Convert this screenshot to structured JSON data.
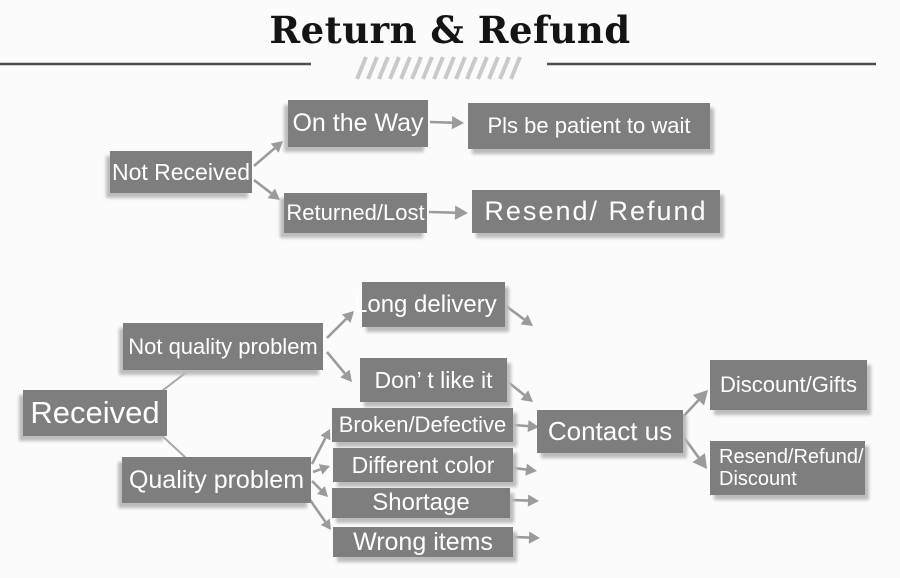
{
  "title": "Return & Refund",
  "colors": {
    "box_fill": "#7e7e7e",
    "box_text": "#ffffff",
    "arrow": "#9b9b9b",
    "title_text": "#141414",
    "rule_line": "#4e4e4e",
    "hatch_marks": "#c9c9c9",
    "background": "#fbfbfb"
  },
  "nodes": {
    "not_received": {
      "label": "Not Received"
    },
    "on_the_way": {
      "label": "On the Way"
    },
    "pls_wait": {
      "label": "Pls be patient to wait"
    },
    "returned_lost": {
      "label": "Returned/Lost"
    },
    "resend_refund": {
      "label": "Resend/ Refund"
    },
    "received": {
      "label": "Received"
    },
    "not_quality": {
      "label": "Not quality problem"
    },
    "quality": {
      "label": "Quality problem"
    },
    "long_delivery": {
      "label": "Long delivery"
    },
    "dont_like": {
      "label": "Don’ t like it"
    },
    "broken": {
      "label": "Broken/Defective"
    },
    "diff_color": {
      "label": "Different color"
    },
    "shortage": {
      "label": "Shortage"
    },
    "wrong_items": {
      "label": "Wrong items"
    },
    "contact_us": {
      "label": "Contact us"
    },
    "discount_gifts": {
      "label": "Discount/Gifts"
    },
    "resend_refund_discount": {
      "label": "Resend/Refund/",
      "label2": "Discount"
    }
  },
  "edges": [
    {
      "from": "Not Received",
      "to": "On the Way"
    },
    {
      "from": "On the Way",
      "to": "Pls be patient to wait"
    },
    {
      "from": "Not Received",
      "to": "Returned/Lost"
    },
    {
      "from": "Returned/Lost",
      "to": "Resend/ Refund"
    },
    {
      "from": "Received",
      "to": "Not quality problem"
    },
    {
      "from": "Received",
      "to": "Quality problem"
    },
    {
      "from": "Not quality problem",
      "to": "Long delivery"
    },
    {
      "from": "Not quality problem",
      "to": "Don’ t like it"
    },
    {
      "from": "Long delivery",
      "to": "Contact us"
    },
    {
      "from": "Don’ t like it",
      "to": "Contact us"
    },
    {
      "from": "Quality problem",
      "to": "Broken/Defective"
    },
    {
      "from": "Quality problem",
      "to": "Different color"
    },
    {
      "from": "Quality problem",
      "to": "Shortage"
    },
    {
      "from": "Quality problem",
      "to": "Wrong items"
    },
    {
      "from": "Broken/Defective",
      "to": "Contact us"
    },
    {
      "from": "Different color",
      "to": "Contact us"
    },
    {
      "from": "Shortage",
      "to": "Contact us"
    },
    {
      "from": "Wrong items",
      "to": "Contact us"
    },
    {
      "from": "Contact us",
      "to": "Discount/Gifts"
    },
    {
      "from": "Contact us",
      "to": "Resend/Refund/Discount"
    }
  ]
}
